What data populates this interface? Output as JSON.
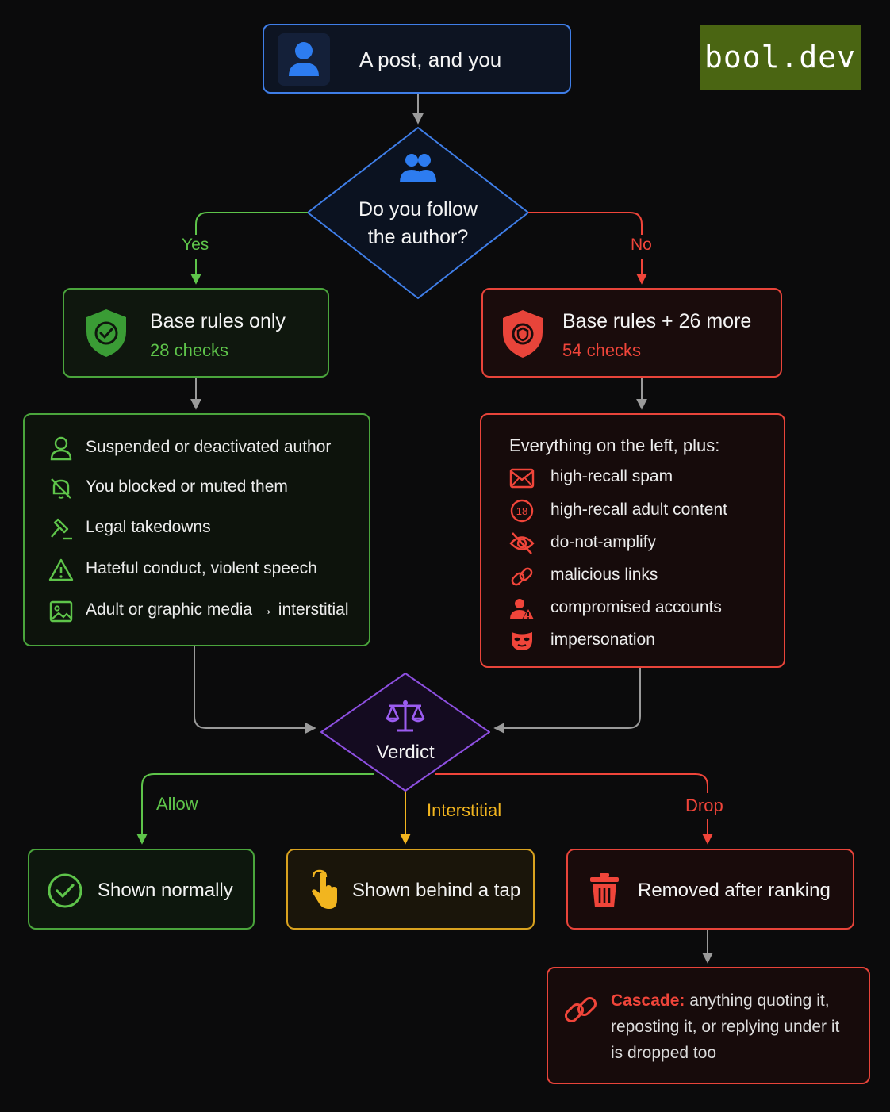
{
  "watermark": "bool.dev",
  "start": {
    "label": "A post, and you",
    "icon": "user-icon"
  },
  "decision": {
    "line1": "Do you follow",
    "line2": "the author?",
    "icon": "users-icon"
  },
  "branches": {
    "yes": "Yes",
    "no": "No"
  },
  "left_rules": {
    "title": "Base rules only",
    "count": "28 checks",
    "icon": "shield-check-icon"
  },
  "right_rules": {
    "title": "Base rules + 26 more",
    "count": "54 checks",
    "icon": "shield-alert-icon"
  },
  "left_list": {
    "items": [
      {
        "label": "Suspended or deactivated author",
        "icon": "user-icon"
      },
      {
        "label": "You blocked or muted them",
        "icon": "bell-off-icon"
      },
      {
        "label": "Legal takedowns",
        "icon": "gavel-icon"
      },
      {
        "label": "Hateful conduct, violent speech",
        "icon": "warning-icon"
      },
      {
        "label": "Adult or graphic media → interstitial",
        "icon": "image-icon"
      }
    ]
  },
  "right_list": {
    "header": "Everything on the left, plus:",
    "items": [
      {
        "label": "high-recall spam",
        "icon": "mail-icon"
      },
      {
        "label": "high-recall adult content",
        "icon": "age-18-icon"
      },
      {
        "label": "do-not-amplify",
        "icon": "eye-off-icon"
      },
      {
        "label": "malicious links",
        "icon": "link-icon"
      },
      {
        "label": "compromised accounts",
        "icon": "user-alert-icon"
      },
      {
        "label": "impersonation",
        "icon": "mask-icon"
      }
    ]
  },
  "verdict": {
    "label": "Verdict",
    "icon": "scales-icon"
  },
  "outcomes": {
    "allow": {
      "edge": "Allow",
      "label": "Shown normally",
      "icon": "check-circle-icon"
    },
    "interstitial": {
      "edge": "Interstitial",
      "label": "Shown behind a tap",
      "icon": "tap-icon"
    },
    "drop": {
      "edge": "Drop",
      "label": "Removed after ranking",
      "icon": "trash-icon"
    }
  },
  "cascade": {
    "lead": "Cascade:",
    "line1": "anything quoting it,",
    "line2": "reposting it, or replying under it",
    "line3": "is dropped too",
    "icon": "link-icon"
  },
  "colors": {
    "green": "#5ec44a",
    "red": "#f0453a",
    "yellow": "#f2b51f",
    "blue": "#3f7ee8",
    "purple": "#8d4fe0"
  }
}
